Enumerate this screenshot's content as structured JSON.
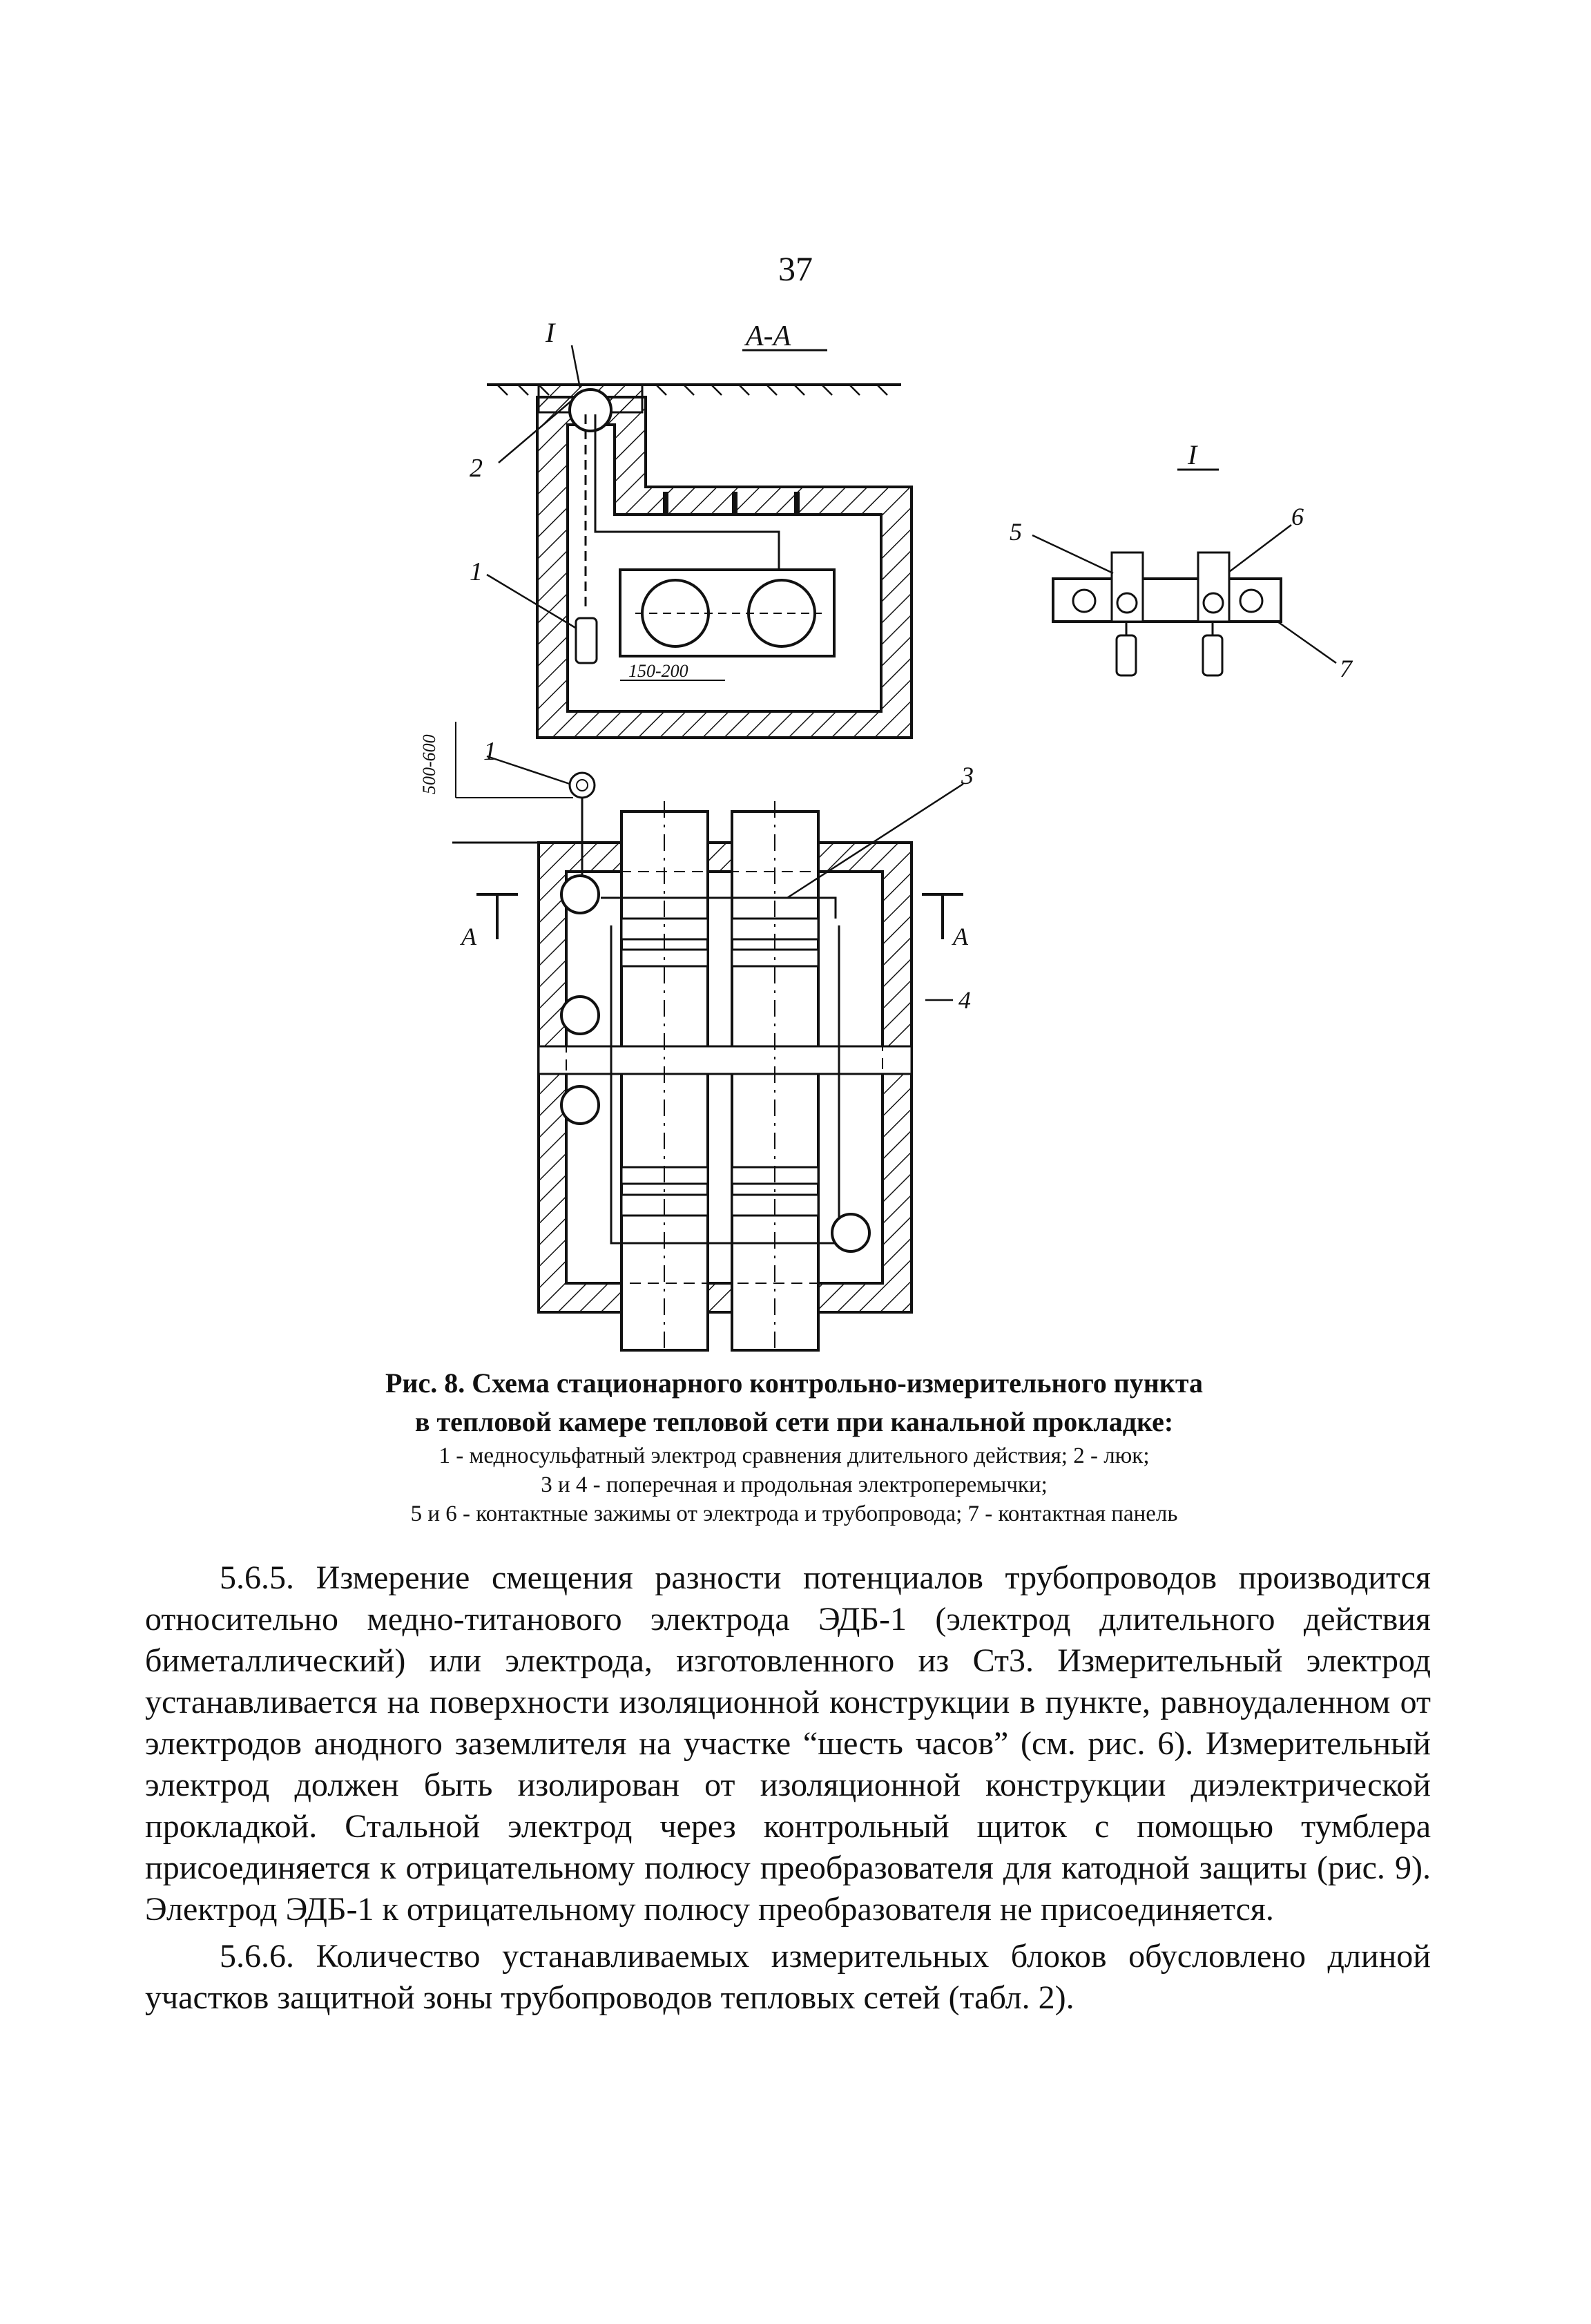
{
  "page": {
    "number": "37"
  },
  "figure": {
    "labels": {
      "node": "I",
      "section": "А-А",
      "inset_title": "I",
      "label_1": "1",
      "label_2": "2",
      "label_3": "3",
      "label_4": "4",
      "label_5": "5",
      "label_6": "6",
      "label_7": "7",
      "dim_a": "150-200",
      "dim_b": "500-600",
      "cut_left": "А",
      "cut_right": "А"
    },
    "caption": {
      "title_line1": "Рис. 8. Схема стационарного контрольно-измерительного пункта",
      "title_line2": "в тепловой камере тепловой сети при канальной прокладке:",
      "legend_line1": "1 - медносульфатный электрод сравнения длительного действия; 2 - люк;",
      "legend_line2": "3 и 4 - поперечная и продольная электроперемычки;",
      "legend_line3": "5 и 6 - контактные зажимы от электрода и трубопровода; 7 - контактная панель"
    }
  },
  "body": {
    "paragraph_1": "5.6.5. Измерение смещения разности потенциалов трубопроводов производится относительно медно-титанового электрода ЭДБ-1 (электрод длительного действия биметаллический) или электрода, изготовленного из Ст3. Измерительный электрод устанавливается на поверхности изоляционной конструкции в пункте, равноудаленном от электродов анодного заземлителя на участке “шесть часов” (см. рис. 6). Измерительный электрод должен быть изолирован от изоляционной конструкции диэлектрической прокладкой. Стальной электрод через контрольный щиток с помощью тумблера присоединяется к отрицательному полюсу преобразователя для катодной защиты (рис. 9). Электрод ЭДБ-1 к отрицательному полюсу преобразователя не присоединяется.",
    "paragraph_2": "5.6.6. Количество устанавливаемых измерительных блоков обусловлено длиной участков защитной зоны трубопроводов тепловых сетей (табл. 2)."
  }
}
